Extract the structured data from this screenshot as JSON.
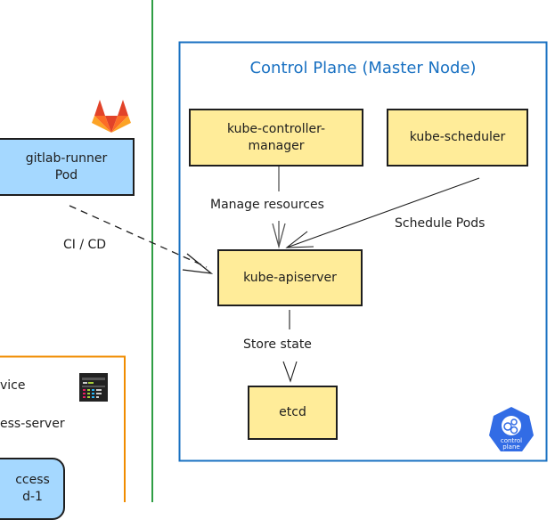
{
  "diagram": {
    "control_plane": {
      "title": "Control Plane (Master Node)",
      "border_color": "#1971c2",
      "icon": "kubernetes-control-plane-icon",
      "icon_text_1": "control",
      "icon_text_2": "plane",
      "icon_color": "#326ce5"
    },
    "components": {
      "controller_manager": {
        "line1": "kube-controller-",
        "line2": "manager"
      },
      "scheduler": {
        "label": "kube-scheduler"
      },
      "apiserver": {
        "label": "kube-apiserver"
      },
      "etcd": {
        "label": "etcd"
      }
    },
    "edges": {
      "manage": "Manage resources",
      "schedule": "Schedule Pods",
      "store": "Store state",
      "cicd": "CI / CD"
    },
    "gitlab_runner": {
      "line1": "gitlab-runner",
      "line2": "Pod",
      "icon": "gitlab-icon"
    },
    "service_box": {
      "border_color": "#f08c00",
      "line1": "vice",
      "line2": "ess-server",
      "pod_line1": "ccess",
      "pod_line2": "d-1",
      "icon": "service-dashboard-icon"
    },
    "divider_color": "#2f9e44",
    "component_fill": "#ffec99",
    "pod_fill": "#a5d8ff"
  }
}
